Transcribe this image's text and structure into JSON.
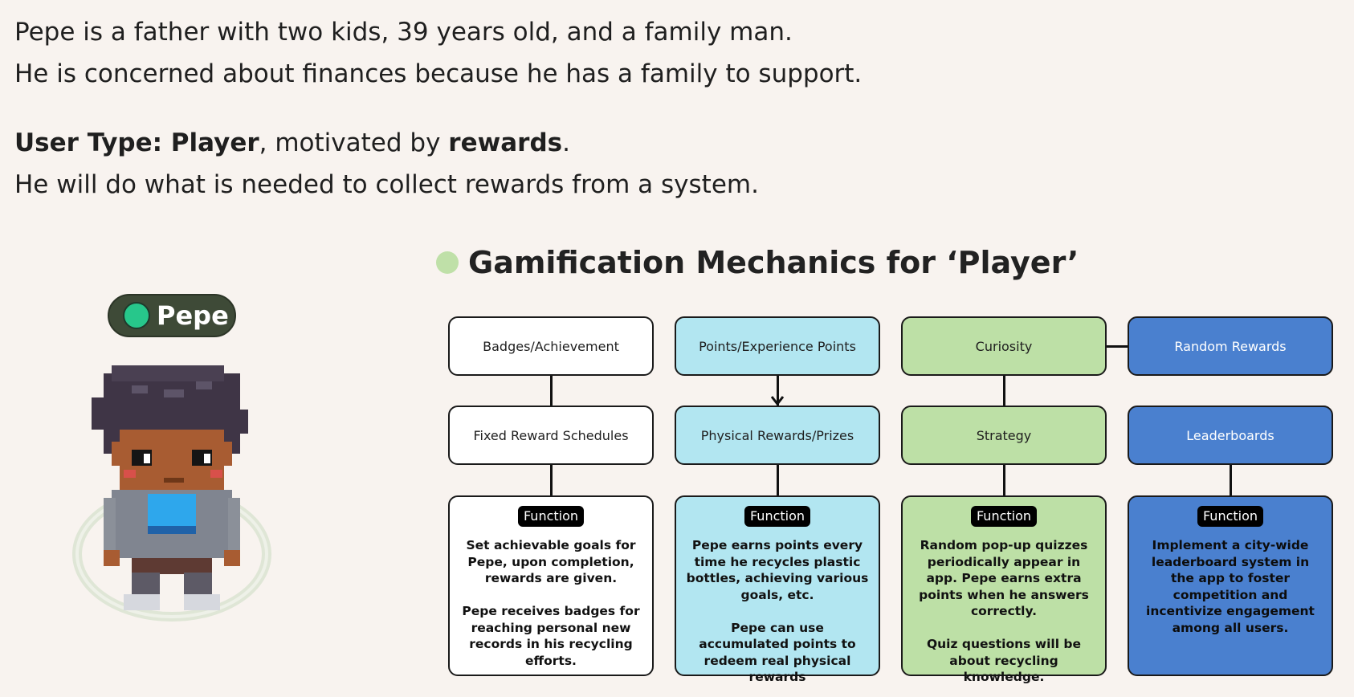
{
  "intro": {
    "line1": "Pepe is a father with two kids, 39 years old, and a family man.",
    "line2": "He is concerned about finances because he has a family to support.",
    "user_type_label": "User Type: Player",
    "user_type_mid": ", motivated by ",
    "user_type_reward": "rewards",
    "user_type_end": ".",
    "line4": "He will do what is needed to collect rewards from a system."
  },
  "avatar": {
    "name": "Pepe"
  },
  "diagram": {
    "title": "Gamification Mechanics for ‘Player’",
    "columns": [
      {
        "top": "Badges/Achievement",
        "middle": "Fixed Reward Schedules",
        "function_label": "Function",
        "function_text": "Set achievable goals for Pepe, upon completion, rewards are given.\n\nPepe receives badges for reaching personal new records in his recycling efforts.",
        "color": "#ffffff"
      },
      {
        "top": "Points/Experience Points",
        "middle": "Physical Rewards/Prizes",
        "function_label": "Function",
        "function_text": "Pepe earns points every time he recycles plastic bottles, achieving various goals, etc.\n\nPepe can use accumulated points to redeem real physical rewards",
        "color": "#b2e6f1"
      },
      {
        "top": "Curiosity",
        "middle": "Strategy",
        "function_label": "Function",
        "function_text": "Random pop-up quizzes periodically appear in app. Pepe earns extra points when he answers correctly.\n\nQuiz questions will be about recycling knowledge.",
        "color": "#bde0a6"
      },
      {
        "top": "Random Rewards",
        "middle": "Leaderboards",
        "function_label": "Function",
        "function_text": "Implement a city-wide leaderboard system in the app to foster competition and incentivize engagement among all users.",
        "color": "#4a80cf"
      }
    ]
  }
}
